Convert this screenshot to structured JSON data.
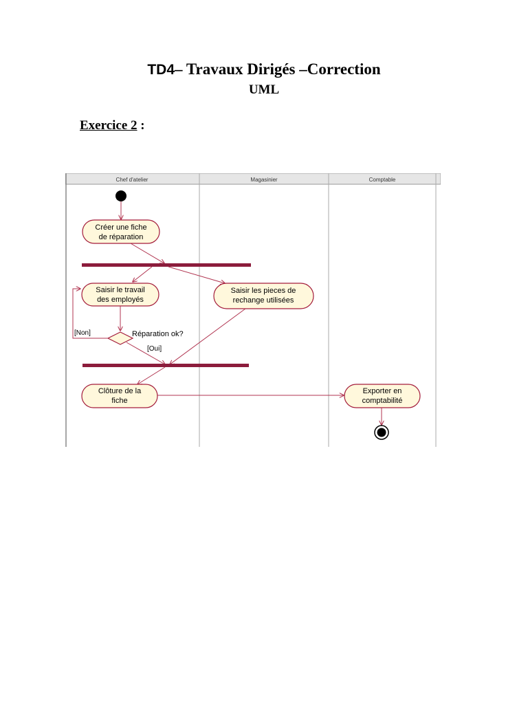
{
  "document": {
    "title_prefix": "TD4",
    "title_rest": "– Travaux Dirigés –Correction",
    "subtitle": "UML",
    "exercise_label": "Exercice 2",
    "exercise_suffix": " :"
  },
  "diagram": {
    "swimlanes": [
      "Chef d'atelier",
      "Magasinier",
      "Comptable"
    ],
    "activities": {
      "create_sheet": [
        "Créer une fiche",
        "de réparation"
      ],
      "record_work": [
        "Saisir le travail",
        "des employés"
      ],
      "record_parts": [
        "Saisir les pieces de",
        "rechange utilisées"
      ],
      "close_sheet": [
        "Clôture de la",
        "fiche"
      ],
      "export_accounting": [
        "Exporter en",
        "comptabilité"
      ]
    },
    "decision": {
      "label": "Réparation ok?",
      "guard_no": "[Non]",
      "guard_yes": "[Oui]"
    },
    "colors": {
      "activity_fill": "#fff8dc",
      "activity_stroke": "#a31b3a",
      "sync_bar": "#8c1c3c",
      "arrow": "#b0334f",
      "lane_header": "#e6e6e6"
    }
  }
}
